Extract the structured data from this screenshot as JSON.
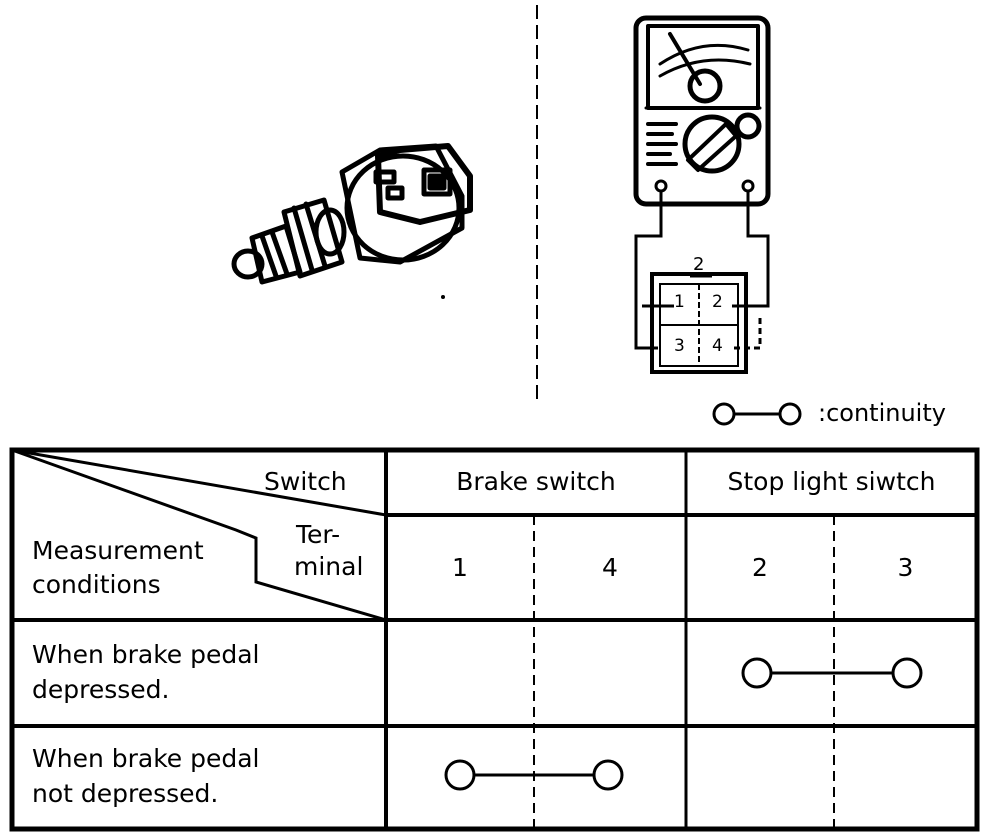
{
  "legend": {
    "symbol_label": ":continuity"
  },
  "connector": {
    "top_label": "2",
    "pins": [
      "1",
      "2",
      "3",
      "4"
    ]
  },
  "table": {
    "header": {
      "switch_label": "Switch",
      "terminal_label_line1": "Ter-",
      "terminal_label_line2": "minal",
      "conditions_label_line1": "Measurement",
      "conditions_label_line2": "conditions",
      "groups": [
        "Brake switch",
        "Stop light siwtch"
      ],
      "terminals": [
        "1",
        "4",
        "2",
        "3"
      ]
    },
    "rows": [
      {
        "line1": "When brake pedal",
        "line2": "depressed.",
        "continuity": [
          "2",
          "3"
        ]
      },
      {
        "line1": "When brake pedal",
        "line2": "not depressed.",
        "continuity": [
          "1",
          "4"
        ]
      }
    ]
  }
}
